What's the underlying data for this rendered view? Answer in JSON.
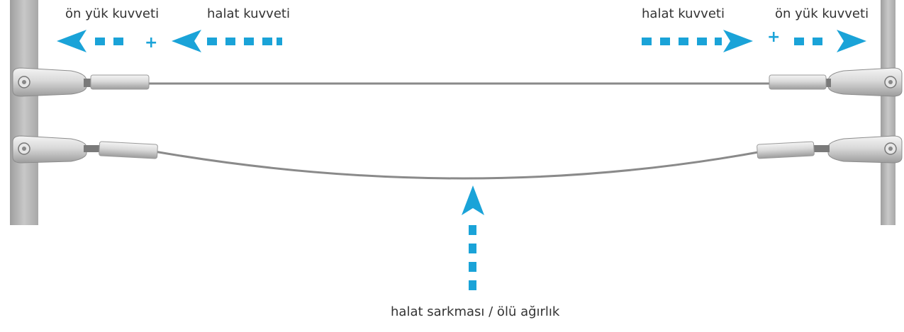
{
  "labels": {
    "left_preload": "ön yük kuvveti",
    "left_rope": "halat kuvveti",
    "right_rope": "halat kuvveti",
    "right_preload": "ön yük kuvveti",
    "sag": "halat sarkması  / ölü ağırlık",
    "plus_left": "+",
    "plus_right": "+"
  },
  "colors": {
    "arrow": "#1aa3d8",
    "post": "#b9b9b9",
    "rope": "#8a8a8a",
    "text": "#333333"
  }
}
